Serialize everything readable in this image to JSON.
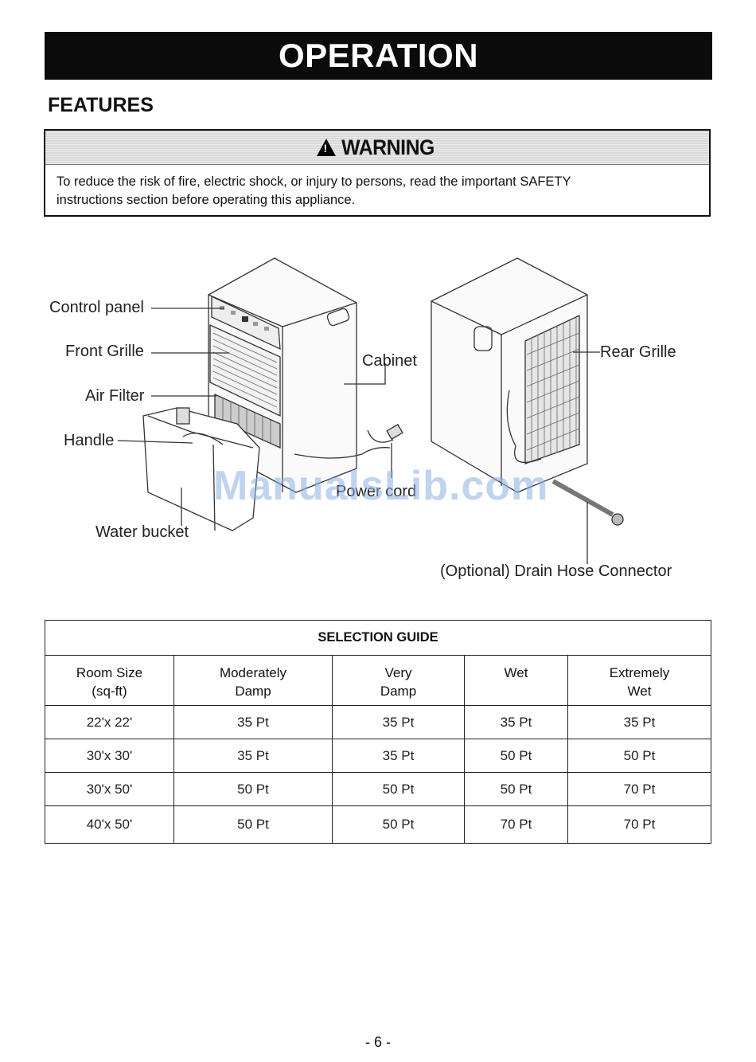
{
  "banner": {
    "title": "OPERATION"
  },
  "section": {
    "title": "FEATURES"
  },
  "warning": {
    "heading": "WARNING",
    "text_line1": "To reduce the risk of fire, electric shock, or injury to persons, read the important SAFETY",
    "text_line2": "instructions section before operating this appliance."
  },
  "diagram": {
    "labels": {
      "control_panel": "Control panel",
      "front_grille": "Front Grille",
      "air_filter": "Air Filter",
      "handle": "Handle",
      "water_bucket": "Water bucket",
      "cabinet": "Cabinet",
      "rear_grille": "Rear Grille",
      "power_cord": "Power cord",
      "drain_hose": "(Optional) Drain Hose Connector"
    },
    "watermark": "ManualsLib.com"
  },
  "selection_guide": {
    "caption": "SELECTION GUIDE",
    "headers": [
      {
        "line1": "Room Size",
        "line2": "(sq-ft)"
      },
      {
        "line1": "Moderately",
        "line2": "Damp"
      },
      {
        "line1": "Very",
        "line2": "Damp"
      },
      {
        "line1": "Wet",
        "line2": ""
      },
      {
        "line1": "Extremely",
        "line2": "Wet"
      }
    ],
    "rows": [
      [
        "22'x 22'",
        "35 Pt",
        "35 Pt",
        "35 Pt",
        "35 Pt"
      ],
      [
        "30'x 30'",
        "35 Pt",
        "35 Pt",
        "50 Pt",
        "50 Pt"
      ],
      [
        "30'x 50'",
        "50 Pt",
        "50 Pt",
        "50 Pt",
        "70 Pt"
      ],
      [
        "40'x 50'",
        "50 Pt",
        "50 Pt",
        "70 Pt",
        "70 Pt"
      ]
    ]
  },
  "page_number": "- 6 -"
}
